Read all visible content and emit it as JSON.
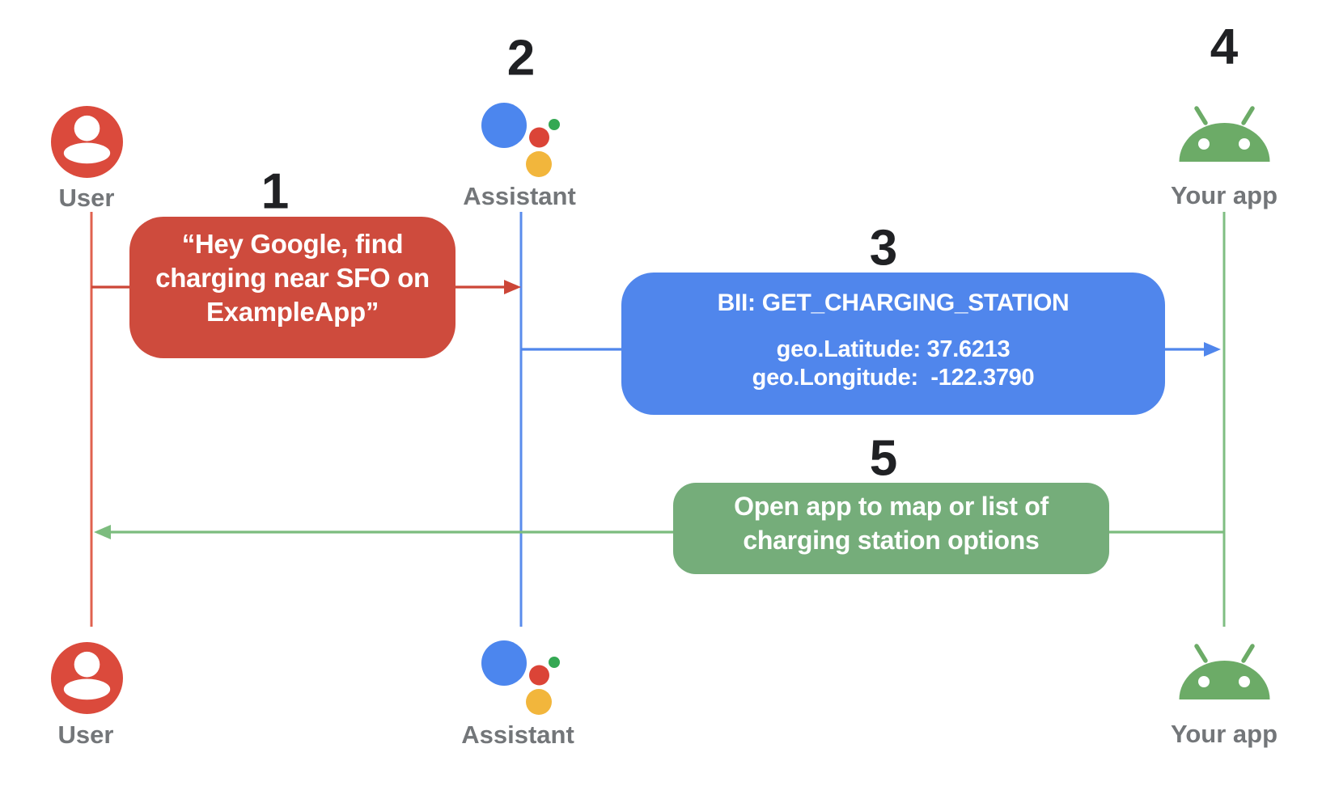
{
  "actors": {
    "user": {
      "label": "User",
      "icon": "person-circle-icon"
    },
    "assistant": {
      "label": "Assistant",
      "icon": "google-assistant-icon"
    },
    "your_app": {
      "label": "Your app",
      "icon": "android-icon"
    }
  },
  "steps": {
    "s1": "1",
    "s2": "2",
    "s3": "3",
    "s4": "4",
    "s5": "5"
  },
  "messages": {
    "user_query": {
      "line1": "“Hey Google, find",
      "line2": "charging near SFO on",
      "line3": "ExampleApp”"
    },
    "bii_call": {
      "title": "BII: GET_CHARGING_STATION",
      "param1": "geo.Latitude: 37.6213",
      "param2": "geo.Longitude:  -122.3790"
    },
    "open_app": {
      "line1": "Open app to map or list of",
      "line2": "charging station options"
    }
  },
  "colors": {
    "background": "#FFFFFF",
    "user_red": "#DB4A3C",
    "bubble_red": "#CE4B3D",
    "lifeline_red": "#E0624F",
    "arrow_red": "#CC4637",
    "assistant_blue": "#4C86EE",
    "dot_red": "#DB4437",
    "dot_yellow": "#F2B63C",
    "dot_green": "#34A853",
    "bubble_blue": "#5086EC",
    "lifeline_blue": "#5A8CEC",
    "arrow_blue": "#5086EC",
    "app_green": "#6CAB67",
    "bubble_green": "#75AD7A",
    "lifeline_green": "#7FBE82",
    "arrow_green": "#7CBC7E",
    "label_gray": "#737679",
    "number_color": "#202124"
  }
}
